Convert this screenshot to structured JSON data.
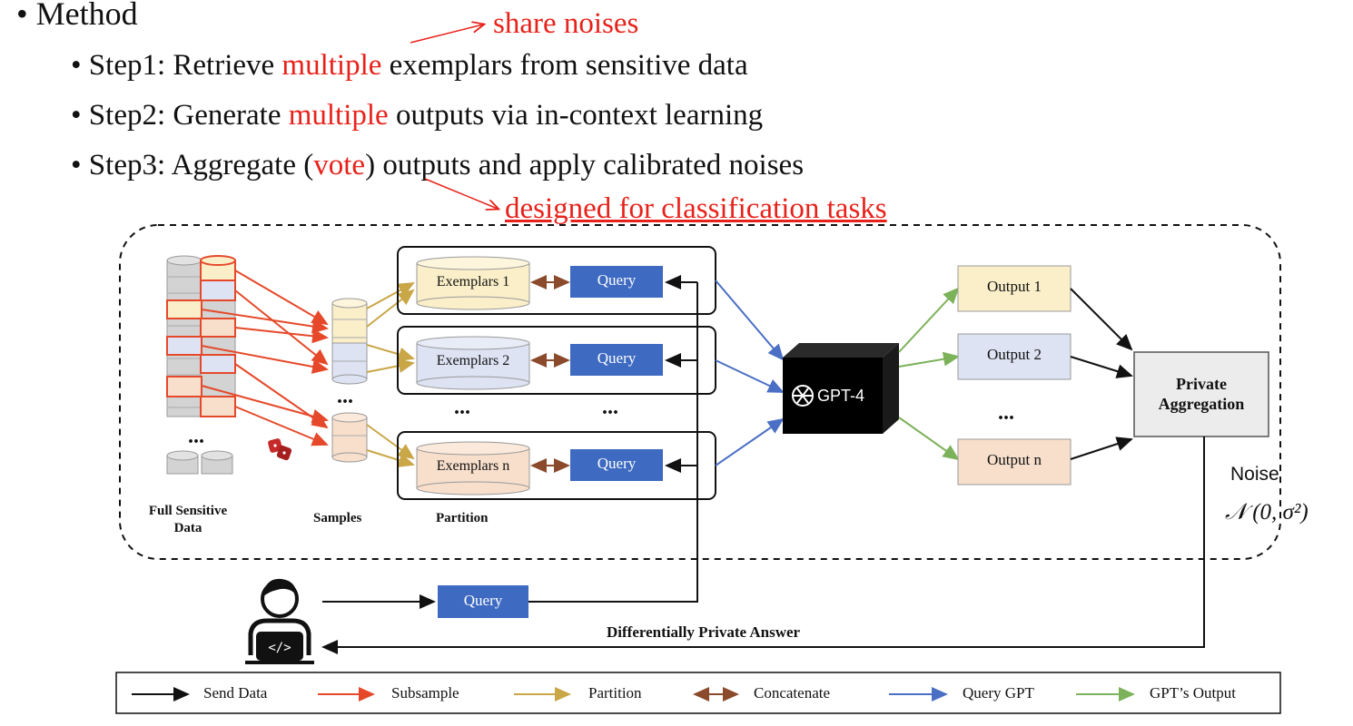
{
  "method": {
    "title": "• Method",
    "share_note": "share noises",
    "steps": [
      {
        "prefix": "• Step1: Retrieve ",
        "highlight": "multiple",
        "suffix": " exemplars from sensitive data"
      },
      {
        "prefix": "• Step2: Generate ",
        "highlight": "multiple",
        "suffix": " outputs via in-context learning"
      },
      {
        "prefix": "• Step3: Aggregate (",
        "highlight": "vote",
        "suffix": ") outputs and apply calibrated noises"
      }
    ],
    "classification_note": "designed for classification tasks"
  },
  "diagram": {
    "data_label_1": "Full Sensitive",
    "data_label_2": "Data",
    "samples_label": "Samples",
    "partition_label": "Partition",
    "exemplars": [
      "Exemplars 1",
      "Exemplars 2",
      "Exemplars n"
    ],
    "query": "Query",
    "ellipsis": "...",
    "gpt": "GPT-4",
    "outputs": [
      "Output 1",
      "Output 2",
      "Output n"
    ],
    "aggregation_1": "Private",
    "aggregation_2": "Aggregation",
    "noise_label": "Noise",
    "noise_formula": "𝒩 (0, σ²)",
    "answer": "Differentially Private Answer"
  },
  "legend": [
    {
      "label": "Send Data",
      "color": "#111111"
    },
    {
      "label": "Subsample",
      "color": "#e5492a"
    },
    {
      "label": "Partition",
      "color": "#c9a646"
    },
    {
      "label": "Concatenate",
      "color": "#8b4a2b"
    },
    {
      "label": "Query GPT",
      "color": "#4a6fc4"
    },
    {
      "label": "GPT’s Output",
      "color": "#7cb25a"
    }
  ],
  "colors": {
    "red": "#e8221a",
    "query_box": "#3e6ac2",
    "exemplar1": "#fbefc9",
    "exemplar2": "#dde3f3",
    "exemplarn": "#f7dfcc",
    "aggregation": "#ececec"
  }
}
